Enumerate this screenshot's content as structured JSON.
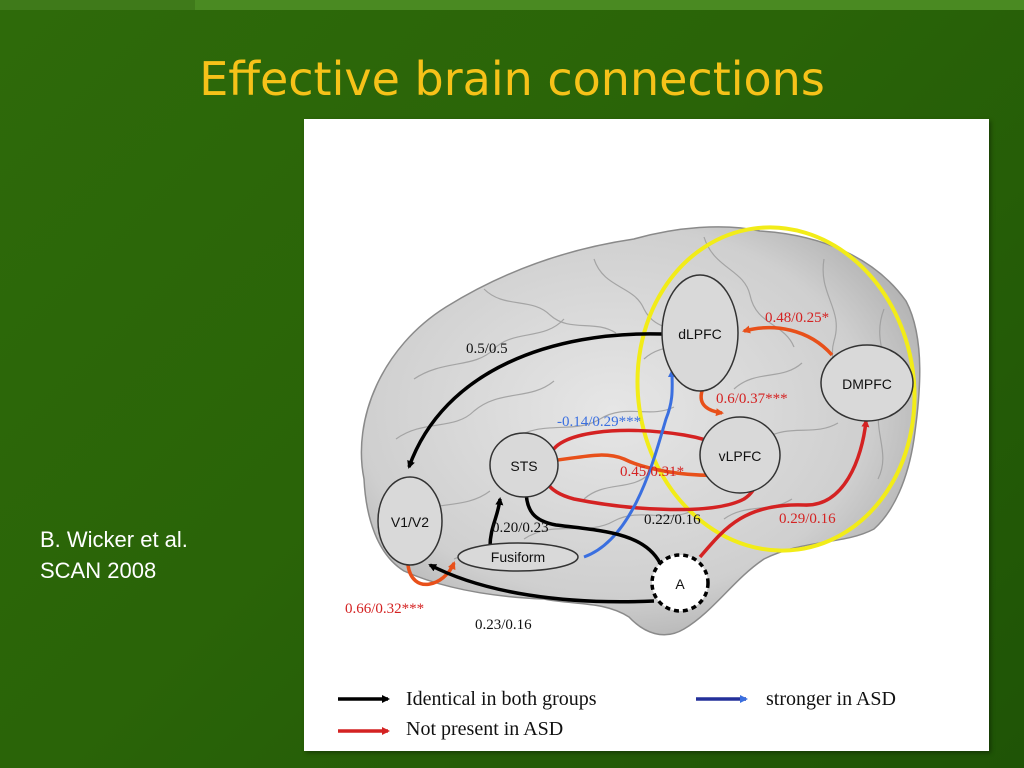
{
  "slide": {
    "title": "Effective brain connections",
    "citation_line1": "B. Wicker et al.",
    "citation_line2": "SCAN 2008"
  },
  "figure": {
    "nodes": {
      "dlpfc": "dLPFC",
      "dmpfc": "DMPFC",
      "vlpfc": "vLPFC",
      "sts": "STS",
      "v1v2": "V1/V2",
      "fusiform": "Fusiform",
      "a": "A"
    },
    "edges": {
      "dlpfc_to_v1v2": "0.5/0.5",
      "dmpfc_to_dlpfc": "0.48/0.25*",
      "dlpfc_to_vlpfc": "0.6/0.37***",
      "vlpfc_to_sts": "0.45/0.31*",
      "a_to_dlpfc": "-0.14/0.29***",
      "a_to_sts": "0.22/0.16",
      "a_to_dmpfc": "0.29/0.16",
      "fusiform_to_sts": "0.20/0.23",
      "v1v2_to_fusiform": "0.66/0.32***",
      "a_to_v1v2": "0.23/0.16"
    },
    "legend": {
      "identical": "Identical in both groups",
      "not_present": "Not present in ASD",
      "stronger": "stronger in ASD"
    },
    "colors": {
      "identical": "#000000",
      "not_present": "#d42222",
      "stronger": "#3a6fe0",
      "highlight_ellipse": "#f2ec18",
      "title": "#f6c219"
    }
  }
}
